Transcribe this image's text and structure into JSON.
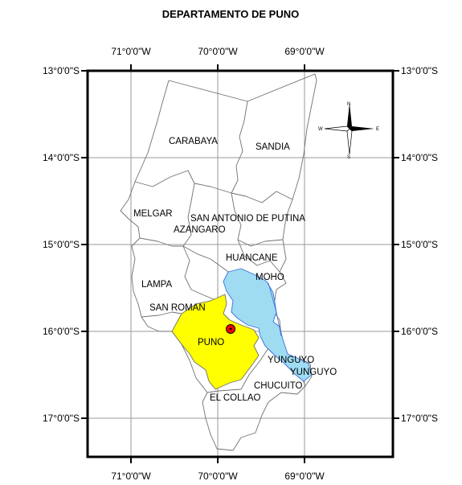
{
  "title": "DEPARTAMENTO DE PUNO",
  "longitude_labels": [
    "71°0'0\"W",
    "70°0'0\"W",
    "69°0'0\"W"
  ],
  "latitude_labels": [
    "13°0'0\"S",
    "14°0'0\"S",
    "15°0'0\"S",
    "16°0'0\"S",
    "17°0'0\"S"
  ],
  "provinces": {
    "carabaya": "CARABAYA",
    "sandia": "SANDIA",
    "melgar": "MELGAR",
    "san_antonio_de_putina": "SAN ANTONIO DE PUTINA",
    "azangaro": "AZANGARO",
    "huancane": "HUANCANE",
    "moho": "MOHO",
    "lampa": "LAMPA",
    "san_roman": "SAN ROMAN",
    "puno": "PUNO",
    "yunguyo_1": "YUNGUYO",
    "yunguyo_2": "YUNGUYO",
    "chucuito": "CHUCUITO",
    "el_collao": "EL COLLAO"
  },
  "compass": {
    "n": "N",
    "s": "S",
    "e": "E",
    "w": "W"
  },
  "colors": {
    "highlight_province": "#ffff00",
    "lake_titicaca": "#9fdcf2",
    "city_marker": "#ff0000",
    "frame": "#000000",
    "graticule": "#9a9a9a"
  },
  "icons": {
    "north_arrow": "compass-rose-icon",
    "city": "city-marker-icon"
  }
}
